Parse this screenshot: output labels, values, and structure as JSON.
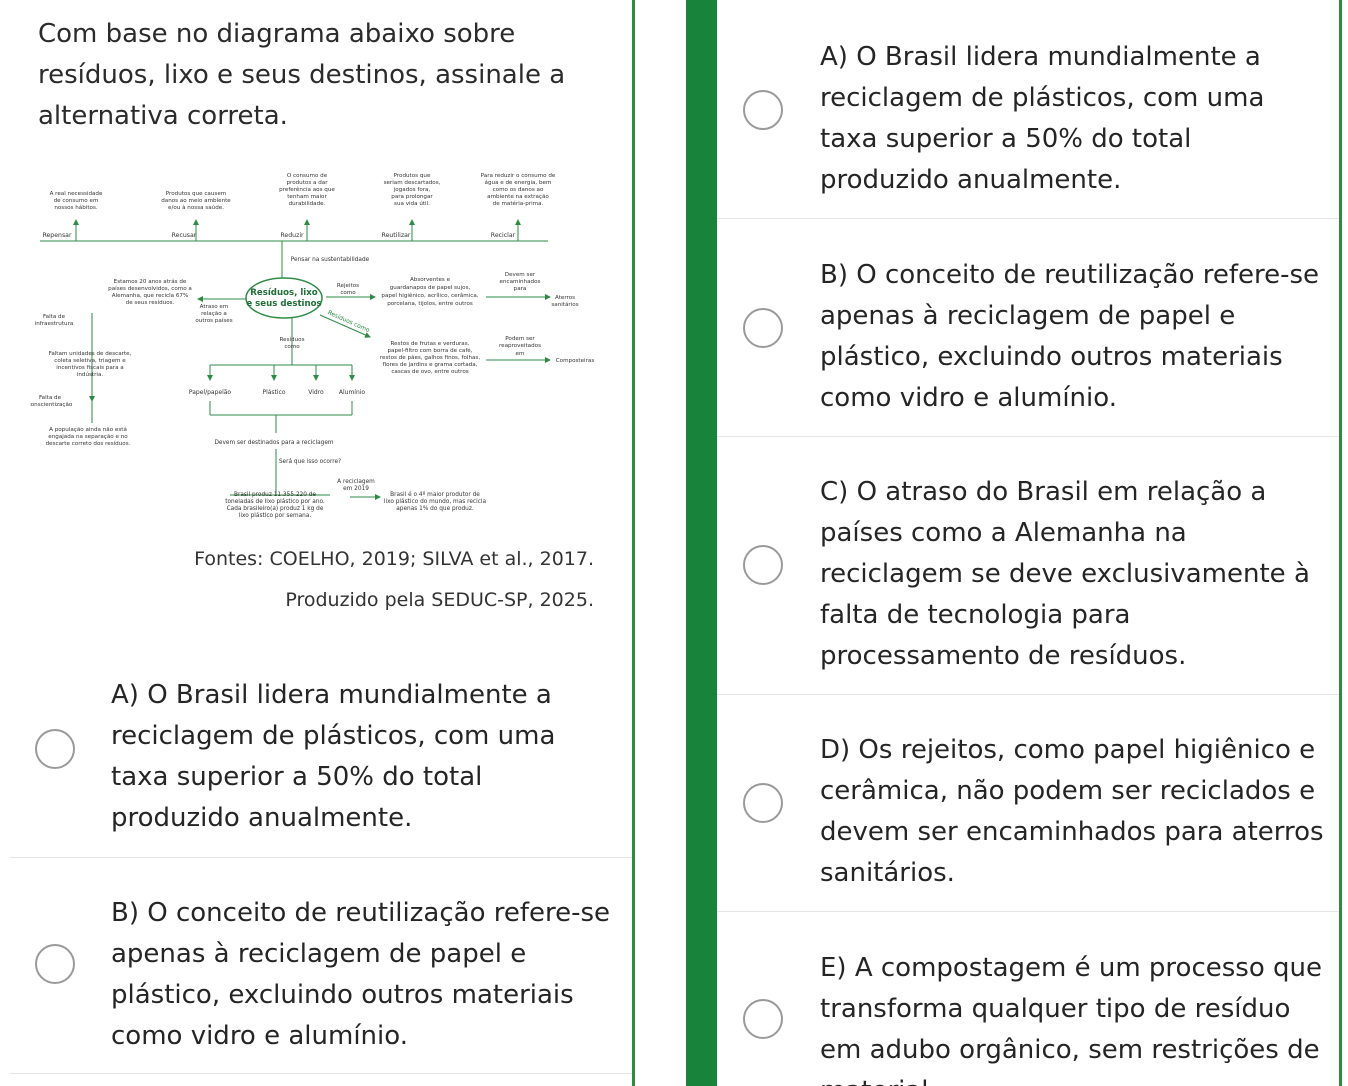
{
  "question": {
    "text": "Com base no diagrama abaixo sobre resíduos, lixo e seus destinos, assinale a alternativa correta."
  },
  "sources": {
    "line1": "Fontes: COELHO, 2019; SILVA et al., 2017.",
    "line2": "Produzido pela SEDUC-SP, 2025."
  },
  "diagram": {
    "title_line1": "Resíduos, lixo",
    "title_line2": "e seus destinos",
    "accent": "#2e8b45",
    "top_descriptions": [
      "A real necessidade de consumo em nossos hábitos.",
      "Produtos que causem danos ao meio ambiente e/ou à nossa saúde.",
      "O consumo de produtos a dar preferência aos que tenham maior durabilidade.",
      "Produtos que seriam descartados, jogados fora, para prolongar sua vida útil.",
      "Para reduzir o consumo de água e de energia, bem como os danos ao ambiente na extração de matéria-prima."
    ],
    "actions": [
      "Repensar",
      "Recusar",
      "Reduzir",
      "Reutilizar",
      "Reciclar"
    ],
    "sustain": "Pensar na sustentabilidade",
    "germany": "Estamos 20 anos atrás de países desenvolvidos, como a Alemanha, que recicla 67% de seus resíduos.",
    "delay": "Atraso em relação a outros países",
    "infra": "Falta de infraestrutura",
    "units": "Faltam unidades de descarte, coleta seletiva, triagem e incentivos fiscais para a indústria.",
    "awareness": "Falta de conscientização",
    "population": "A população ainda não está engajada na separação e no descarte correto dos resíduos.",
    "rejects_label": "Rejeitos como",
    "absorbents": "Absorventes e guardanapos de papel sujos, papel higiênico, acrílico, cerâmica, porcelana, tijolos, entre outros",
    "must_be_sent": "Devem ser encaminhados para",
    "landfills": "Aterros sanitários",
    "residues_label": "Resíduos como",
    "organic": "Restos de frutas e verduras, papel-filtro com borra de café, restos de pães, galhos finos, folhas, flores de jardins e grama cortada, cascas de ovo, entre outros",
    "can_be_reused": "Podem ser reaproveitados em",
    "composters": "Composteiras",
    "residues2": "Resíduos como",
    "materials": [
      "Papel/papelão",
      "Plástico",
      "Vidro",
      "Alumínio"
    ],
    "destined": "Devem ser destinados para a reciclagem",
    "happens": "Será que isso ocorre?",
    "recycling2019": "A reciclagem em 2019",
    "brazil_produces": "Brasil produz 11.355.220 de toneladas de lixo plástico por ano. Cada brasileiro(a) produz 1 kg de lixo plástico por semana.",
    "brazil_4th": "Brasil é o 4º maior produtor de lixo plástico do mundo, mas recicla apenas 1% do que produz."
  },
  "options": [
    {
      "text": "A) O Brasil lidera mundialmente a reciclagem de plásticos, com uma taxa superior a 50% do total produzido anualmente."
    },
    {
      "text": "B) O conceito de reutilização refere-se apenas à reciclagem de papel e plástico, excluindo outros materiais como vidro e alumínio."
    },
    {
      "text": "C) O atraso do Brasil em relação a países como a Alemanha na reciclagem se deve exclusivamente à falta de tecnologia para processamento de resíduos."
    },
    {
      "text": "D) Os rejeitos, como papel higiênico e cerâmica, não podem ser reciclados e devem ser encaminhados para aterros sanitários."
    },
    {
      "text": "E) A compostagem é um processo que transforma qualquer tipo de resíduo em adubo orgânico, sem restrições de material."
    }
  ]
}
